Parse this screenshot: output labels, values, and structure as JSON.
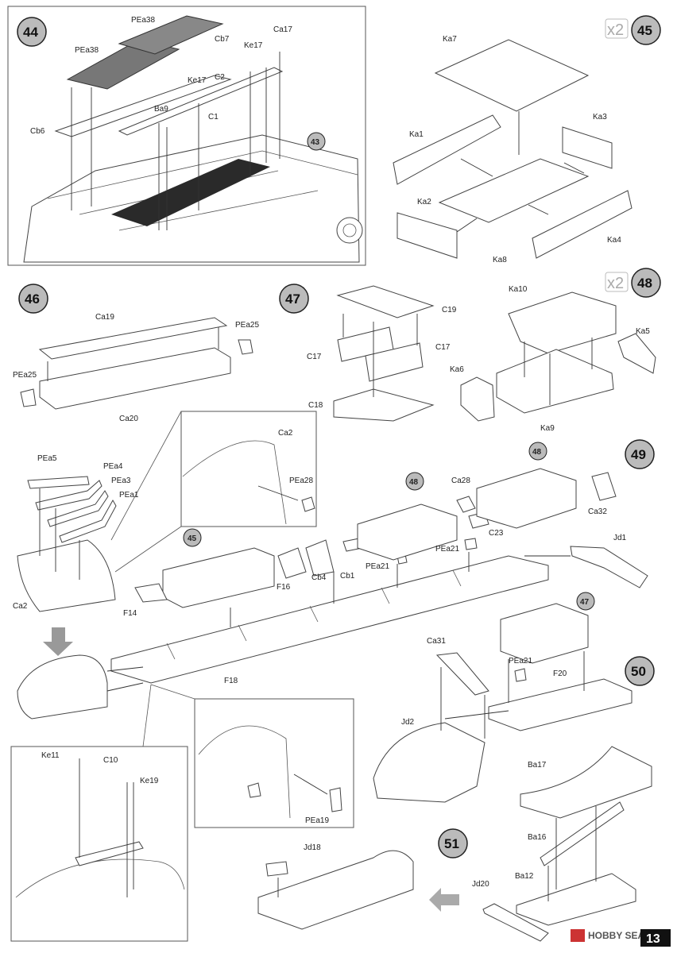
{
  "page_number": "13",
  "watermark": "HOBBY SEARCH",
  "multiplier": "x2",
  "steps": [
    {
      "number": "44",
      "labels": [
        "PEa38",
        "PEa38",
        "Cb7",
        "Ke17",
        "Ca17",
        "Ke17",
        "C2",
        "C1",
        "Ba9",
        "Cb6",
        "43"
      ]
    },
    {
      "number": "45",
      "labels": [
        "Ka7",
        "Ka1",
        "Ka3",
        "Ka2",
        "Ka4",
        "Ka8"
      ]
    },
    {
      "number": "46",
      "labels": [
        "Ca19",
        "PEa25",
        "PEa25",
        "Ca20"
      ]
    },
    {
      "number": "47",
      "labels": [
        "C19",
        "C17",
        "C17",
        "C18"
      ]
    },
    {
      "number": "48",
      "labels": [
        "Ka10",
        "Ka5",
        "Ka6",
        "Ka9"
      ]
    },
    {
      "number": "49",
      "labels": [
        "PEa5",
        "PEa4",
        "PEa3",
        "PEa1",
        "Ca2",
        "PEa28",
        "Ca2",
        "45",
        "F14",
        "F16",
        "Cb4",
        "Cb1",
        "PEa21",
        "48",
        "Ca28",
        "C23",
        "48",
        "Ca32",
        "PEa21",
        "Jd1",
        "F18"
      ]
    },
    {
      "number": "50",
      "labels": [
        "47",
        "PEa21",
        "F20",
        "Ca31",
        "Jd2",
        "Ke11",
        "C10",
        "Ke19",
        "PEa19"
      ]
    },
    {
      "number": "51",
      "labels": [
        "Ba17",
        "Ba16",
        "Jd18",
        "Ba12",
        "Jd20"
      ]
    }
  ]
}
